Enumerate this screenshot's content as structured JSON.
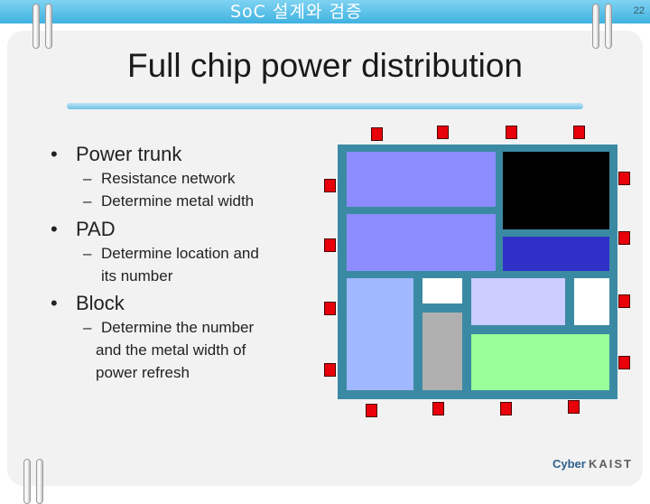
{
  "header": {
    "title": "SoC 설계와 검증",
    "page_number": "22",
    "bar_color": "#4fbbe6"
  },
  "slide": {
    "title": "Full chip power distribution",
    "bullets": [
      {
        "text": "Power trunk",
        "subs": [
          "Resistance network",
          "Determine metal width"
        ]
      },
      {
        "text": "PAD",
        "subs": [
          "Determine location and",
          "its number"
        ]
      },
      {
        "text": "Block",
        "subs": [
          "Determine the number",
          "and the metal width of",
          "power refresh"
        ]
      }
    ]
  },
  "chip": {
    "frame_color": "#3b8aa3",
    "pad_color": "#e8000a",
    "block_colors": {
      "periwinkle": "#8c8cff",
      "black": "#000000",
      "blue": "#3030c8",
      "light_blue": "#a0b8ff",
      "white": "#ffffff",
      "gray": "#b0b0b0",
      "lavender": "#ccccff",
      "light_green": "#99ff99"
    }
  },
  "logo": {
    "part1": "Cyber",
    "part2": "KAIST"
  }
}
